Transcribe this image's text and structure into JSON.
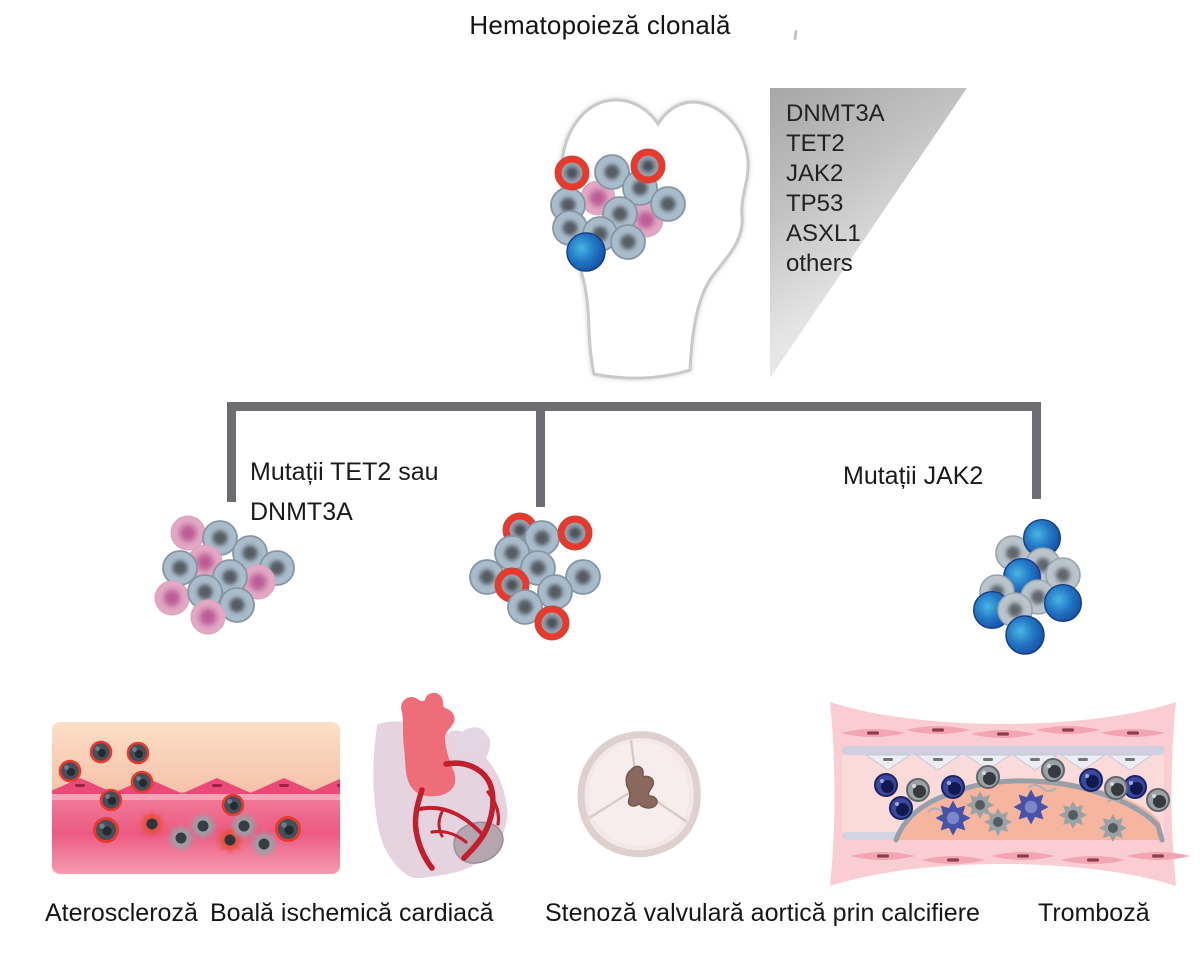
{
  "title": "Hematopoieză clonală",
  "genes": {
    "items": [
      "DNMT3A",
      "TET2",
      "JAK2",
      "TP53",
      "ASXL1",
      "others"
    ]
  },
  "branches": {
    "left": {
      "line1": "Mutații TET2 sau",
      "line2": "DNMT3A"
    },
    "right": {
      "label": "Mutații JAK2"
    }
  },
  "outcomes": {
    "atherosclerosis": "Ateroscleroză",
    "ischemic": "Boală ischemică cardiacă",
    "stenosis": "Stenoză valvulară aortică prin calcifiere",
    "thrombosis": "Tromboză"
  },
  "colors": {
    "text": "#1b1b1b",
    "connector-gray": "#6e6e72",
    "triangle-dark": "#a6a6a6",
    "triangle-light": "#f8f8f8",
    "cell-gray-body": "#a9bccc",
    "cell-gray-border": "#8795a3",
    "cell-nucleus": "#575c64",
    "cell-pink-body": "#e2a9c5",
    "cell-pink-core": "#bb5b95",
    "cell-red": "#e83a2c",
    "cell-blue": "#1c4da0",
    "endo-pink": "#ea4a77",
    "lumen-peach": "#f9d2b6",
    "wall-pink": "#ee6488",
    "heart-body": "#e6d3e0",
    "heart-aorta": "#ef6d79",
    "artery-red": "#c21f2d",
    "infarct-gray": "#b4a5af",
    "valve-body": "#f2e8e7",
    "valve-ring": "#ddd0cf",
    "valve-hole": "#8a685d",
    "vessel-pink": "#f9cdd1",
    "vessel-lumen": "#fbdada",
    "thrombus": "#f6b59f",
    "fibrin-gray": "#97a0a8",
    "platelet-blue": "#4852a8",
    "platelet-gray": "#98a2a7",
    "leukocyte-navy": "#3a489e"
  }
}
